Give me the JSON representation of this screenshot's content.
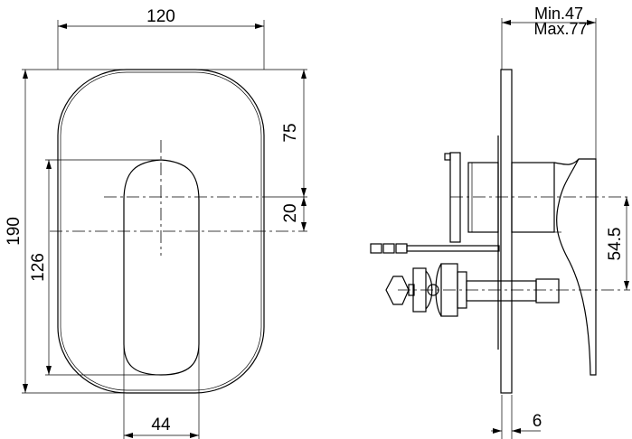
{
  "front_view": {
    "width_dim": "120",
    "height_dim": "190",
    "handle_height_dim": "126",
    "top_to_axis_dim": "75",
    "axis_offset_dim": "20",
    "handle_width_dim": "44"
  },
  "side_view": {
    "depth_min": "Min.47",
    "depth_max": "Max.77",
    "axis_distance_dim": "54.5",
    "plate_thickness_dim": "6"
  }
}
